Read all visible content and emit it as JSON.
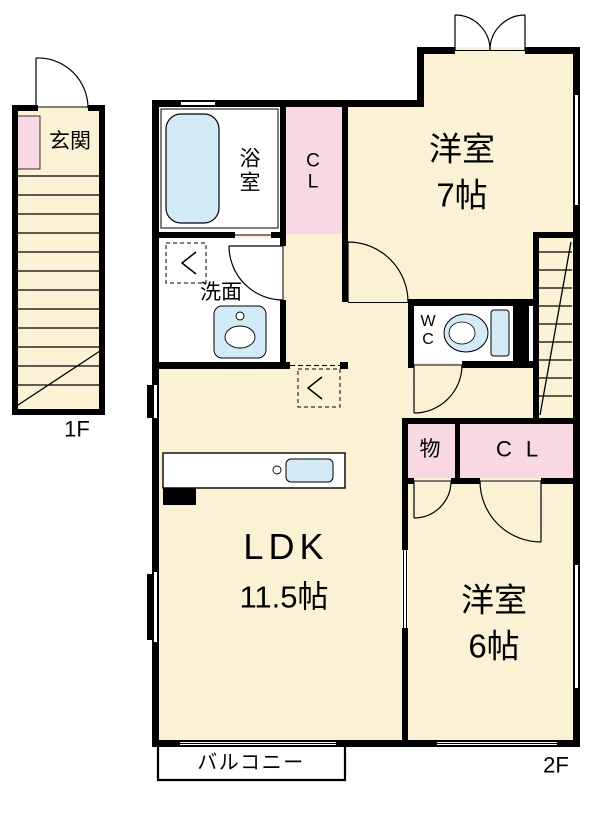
{
  "floorplan": {
    "labels": {
      "floor1": "1F",
      "floor2": "2F"
    },
    "rooms": {
      "genkan": {
        "label": "玄関"
      },
      "bath": {
        "label": "浴\n室"
      },
      "closet_top": {
        "label": "C\nL"
      },
      "western7": {
        "name": "洋室",
        "size": "7帖"
      },
      "washroom": {
        "label": "洗面"
      },
      "wc": {
        "label": "W\nC"
      },
      "storage": {
        "label": "物"
      },
      "closet_bottom": {
        "label": "C L"
      },
      "ldk": {
        "name": "LDK",
        "size": "11.5帖"
      },
      "western6": {
        "name": "洋室",
        "size": "6帖"
      },
      "balcony": {
        "label": "バルコニー"
      }
    },
    "colors": {
      "room_cream": "#FBF2D5",
      "closet_pink": "#F8D8E2",
      "fixture_blue": "#D2EBF7",
      "wall_black": "#000000"
    }
  }
}
